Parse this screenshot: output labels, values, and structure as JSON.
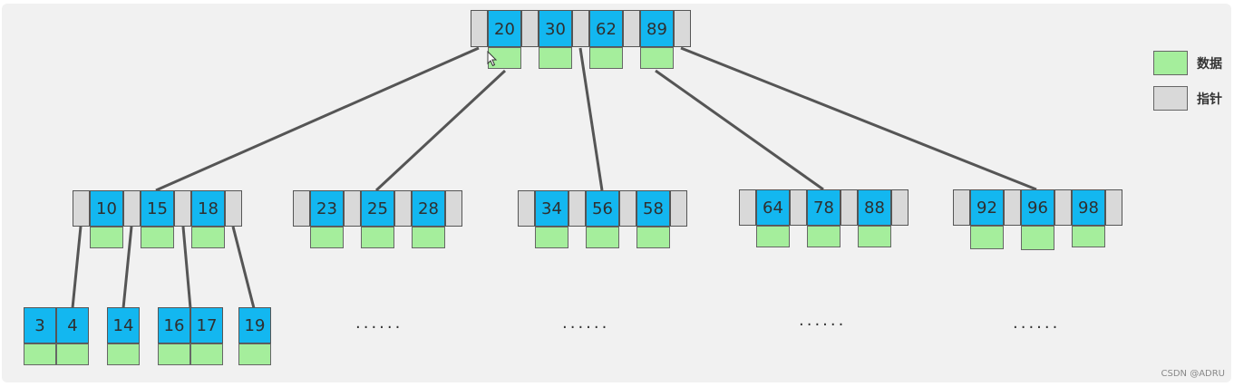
{
  "tree": {
    "root": {
      "keys": [
        "20",
        "30",
        "62",
        "89"
      ]
    },
    "level2": [
      {
        "keys": [
          "10",
          "15",
          "18"
        ]
      },
      {
        "keys": [
          "23",
          "25",
          "28"
        ]
      },
      {
        "keys": [
          "34",
          "56",
          "58"
        ]
      },
      {
        "keys": [
          "64",
          "78",
          "88"
        ]
      },
      {
        "keys": [
          "92",
          "96",
          "98"
        ]
      }
    ],
    "leaves": [
      {
        "keys": [
          "3",
          "4"
        ]
      },
      {
        "keys": [
          "14"
        ]
      },
      {
        "keys": [
          "16",
          "17"
        ]
      },
      {
        "keys": [
          "19"
        ]
      }
    ],
    "ellipsis": [
      "......",
      "......",
      "......",
      "......"
    ]
  },
  "legend": {
    "data_label": "数据",
    "pointer_label": "指针",
    "data_color": "#a5ee9c",
    "pointer_color": "#d9d9d9"
  },
  "colors": {
    "key": "#13b7f0",
    "data": "#a5ee9c",
    "pointer": "#d9d9d9",
    "edge": "#555555"
  },
  "watermark": "CSDN @ADRU"
}
